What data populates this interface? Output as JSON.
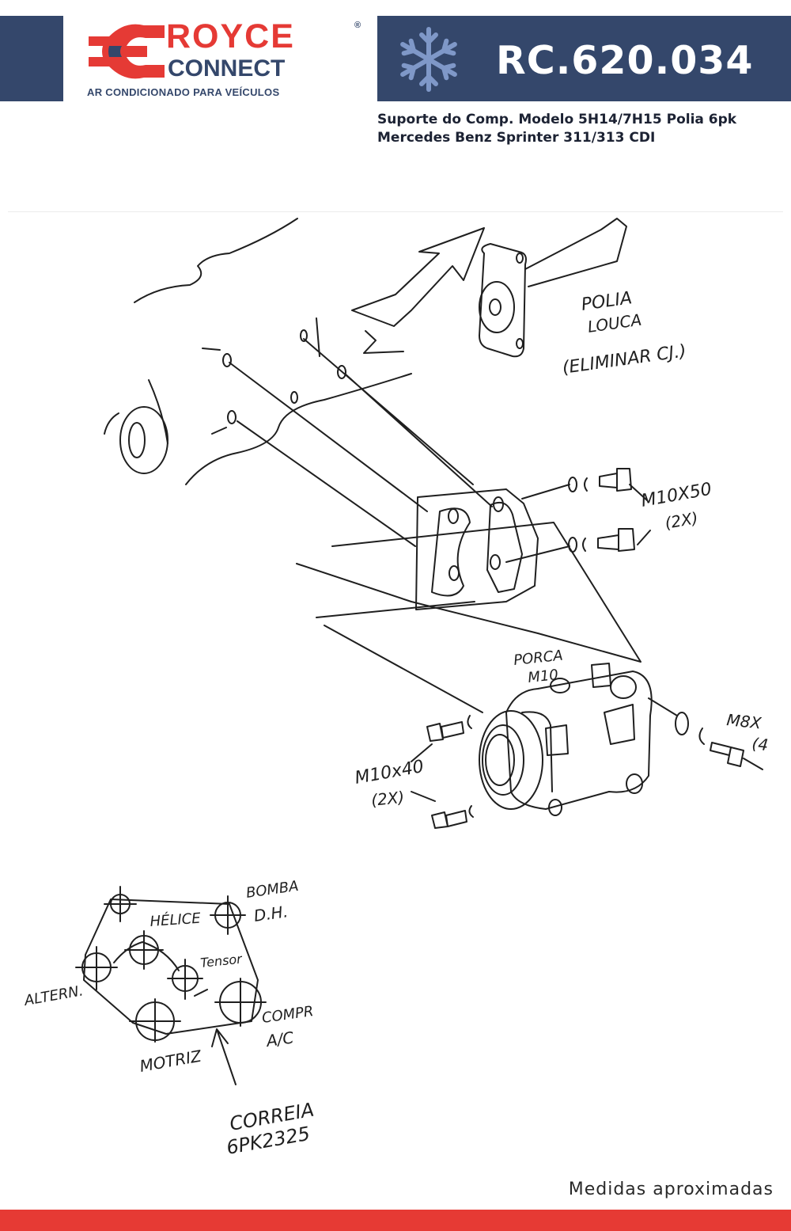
{
  "header": {
    "brand_top": "ROYCE",
    "brand_bottom": "CONNECT",
    "tagline": "AR CONDICIONADO PARA VEÍCULOS",
    "registered_mark": "®",
    "product_code": "RC.620.034",
    "icon": "snowflake-icon"
  },
  "description": {
    "line1": "Suporte do Comp. Modelo 5H14/7H15 Polia 6pk",
    "line2": "Mercedes Benz Sprinter 311/313 CDI"
  },
  "drawing": {
    "labels": {
      "polia": "POLIA",
      "louca": "LOUCA",
      "eliminar": "(ELIMINAR CJ.)",
      "bolt_top": "M10X50",
      "bolt_top_qty": "(2X)",
      "porca": "PORCA",
      "porca_size": "M10",
      "bolt_left": "M10x40",
      "bolt_left_qty": "(2X)",
      "bolt_right": "M8X",
      "bolt_right_qty": "(4"
    },
    "belt_diagram": {
      "bomba": "BOMBA",
      "dh": "D.H.",
      "helice": "HÉLICE",
      "tensor": "Tensor",
      "altern": "ALTERN.",
      "compr": "COMPR",
      "ac": "A/C",
      "motriz": "MOTRIZ",
      "correia": "CORREIA",
      "correia_code": "6PK2325"
    }
  },
  "footer": {
    "note": "Medidas aproximadas"
  },
  "colors": {
    "navy": "#34476b",
    "red": "#e63a34",
    "snowflake": "#7f98c8"
  }
}
